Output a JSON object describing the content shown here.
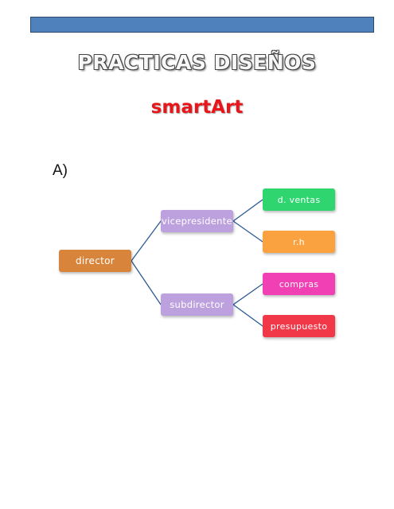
{
  "header": {
    "bar_color": "#4f81bd"
  },
  "title": "PRACTICAS DISEÑOS",
  "subtitle": "smartArt",
  "section_label": "A)",
  "diagram": {
    "root": {
      "label": "director",
      "color": "#d9843b"
    },
    "level1": [
      {
        "label": "vicepresidente",
        "color": "#bda1de"
      },
      {
        "label": "subdirector",
        "color": "#bda1de"
      }
    ],
    "level2": [
      {
        "label": "d. ventas",
        "color": "#2fd66f"
      },
      {
        "label": "r.h",
        "color": "#f9a23f"
      },
      {
        "label": "compras",
        "color": "#f13fb4"
      },
      {
        "label": "presupuesto",
        "color": "#f13848"
      }
    ],
    "connector_color": "#2b5b95"
  }
}
